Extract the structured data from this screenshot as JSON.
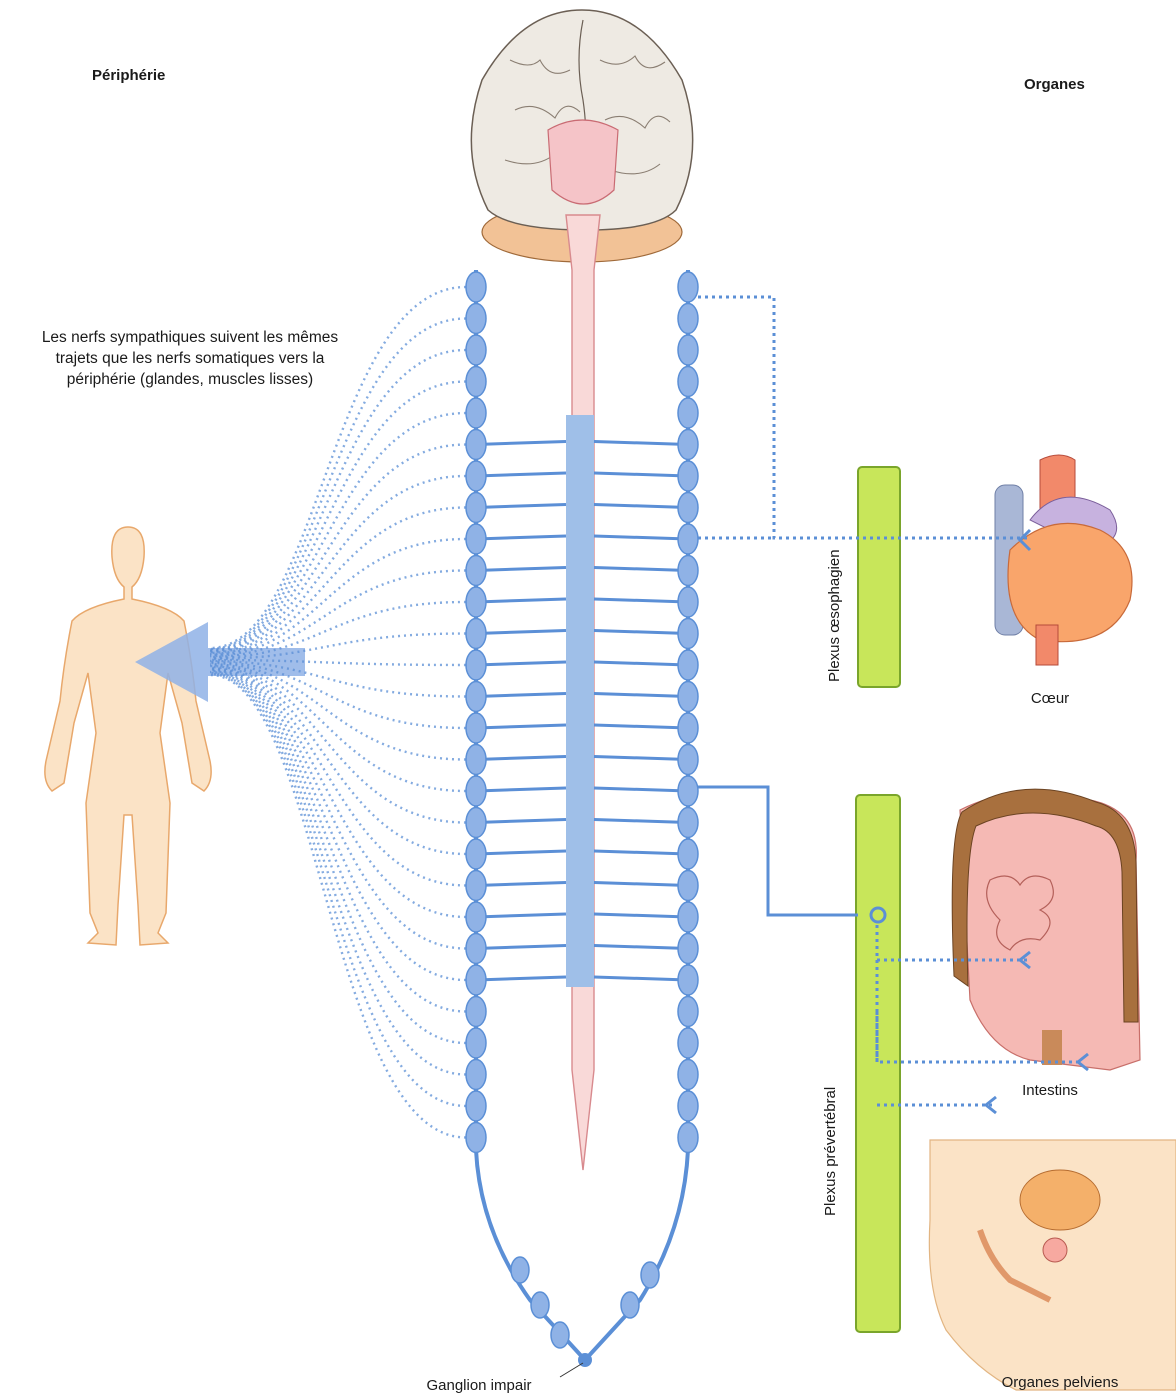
{
  "headers": {
    "periphery": "Périphérie",
    "organs": "Organes"
  },
  "note": {
    "line1": "Les nerfs sympathiques suivent les mêmes",
    "line2": "trajets que les nerfs somatiques vers la",
    "line3": "périphérie (glandes, muscles lisses)"
  },
  "plexus": {
    "esophageal": "Plexus œsophagien",
    "prevertebral": "Plexus prévertébral"
  },
  "organs": {
    "heart": "Cœur",
    "intestines": "Intestins",
    "pelvic": "Organes pelviens"
  },
  "ganglion_label": "Ganglion impair",
  "colors": {
    "nerve": "#5b8fd6",
    "chain_fill": "#8fb2e6",
    "cord": "#f6c9c8",
    "cord_blue": "#9fbfe8",
    "plexus": "#c8e65a",
    "skin": "#fbe3c6",
    "heart": "#f2896a",
    "intestine": "#f5b9b4",
    "colon": "#a8703e"
  }
}
